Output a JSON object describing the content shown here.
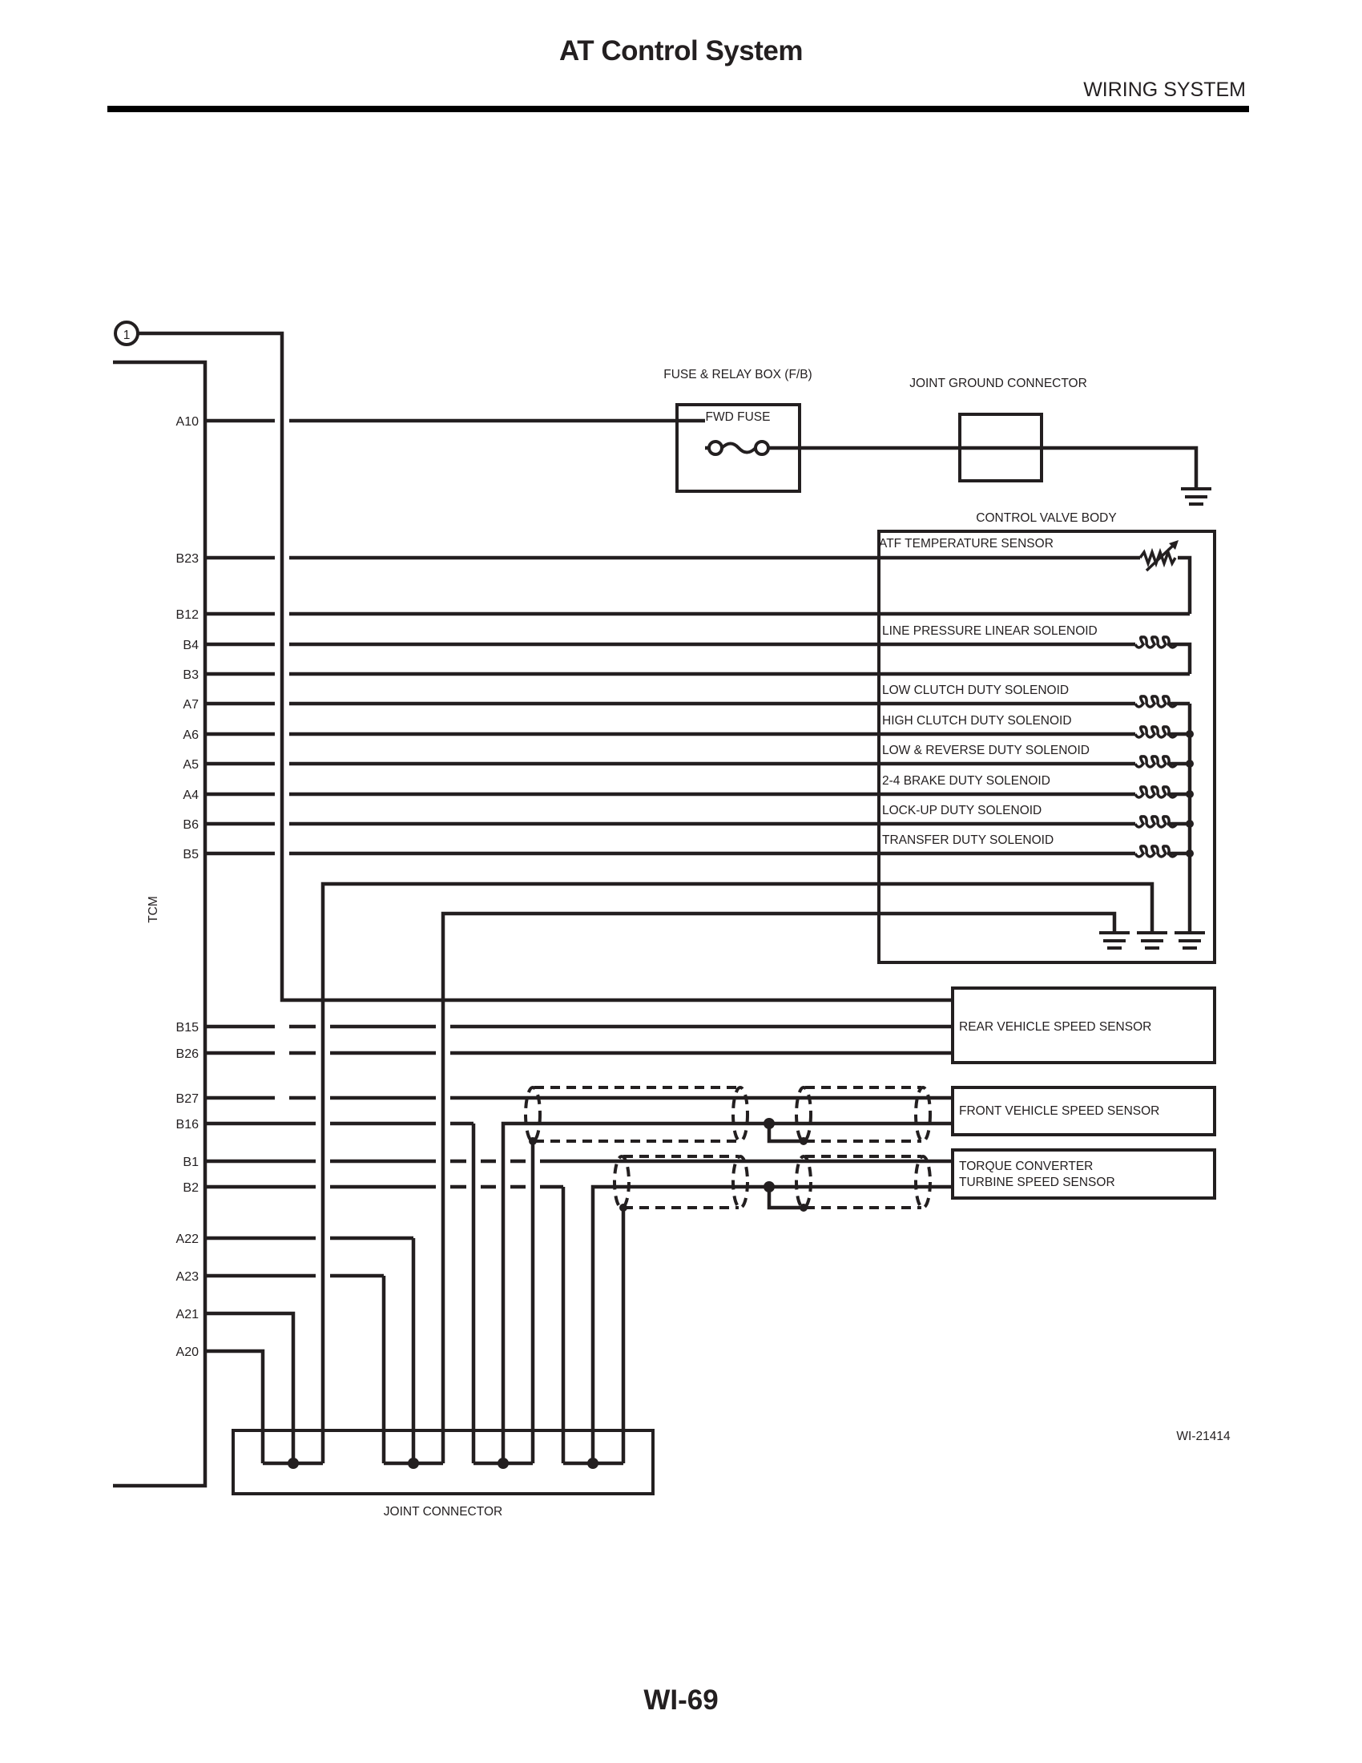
{
  "header": {
    "title": "AT Control System",
    "section": "WIRING SYSTEM"
  },
  "footer": {
    "page_number": "WI-69",
    "figure_id": "WI-21414"
  },
  "diagram": {
    "connector_ref": "1",
    "module_label": "TCM",
    "fuse_box": {
      "label": "FUSE & RELAY BOX (F/B)",
      "fuse_label": "FWD FUSE"
    },
    "joint_ground_connector": "JOINT GROUND CONNECTOR",
    "control_valve_body": {
      "label": "CONTROL VALVE BODY",
      "components": [
        {
          "name": "ATF TEMPERATURE SENSOR",
          "type": "thermistor",
          "pins": [
            "B23",
            "B12"
          ]
        },
        {
          "name": "LINE PRESSURE LINEAR SOLENOID",
          "type": "coil",
          "pins": [
            "B4",
            "B3"
          ]
        },
        {
          "name": "LOW CLUTCH DUTY SOLENOID",
          "type": "coil",
          "pins": [
            "A7"
          ]
        },
        {
          "name": "HIGH CLUTCH DUTY SOLENOID",
          "type": "coil",
          "pins": [
            "A6"
          ]
        },
        {
          "name": "LOW & REVERSE DUTY SOLENOID",
          "type": "coil",
          "pins": [
            "A5"
          ]
        },
        {
          "name": "2-4 BRAKE DUTY SOLENOID",
          "type": "coil",
          "pins": [
            "A4"
          ]
        },
        {
          "name": "LOCK-UP DUTY SOLENOID",
          "type": "coil",
          "pins": [
            "B6"
          ]
        },
        {
          "name": "TRANSFER DUTY SOLENOID",
          "type": "coil",
          "pins": [
            "B5"
          ]
        }
      ]
    },
    "sensors": [
      {
        "name": "REAR VEHICLE SPEED SENSOR",
        "pins": [
          "B15",
          "B26"
        ]
      },
      {
        "name": "FRONT VEHICLE SPEED SENSOR",
        "pins": [
          "B27",
          "B16"
        ]
      },
      {
        "name": "TORQUE CONVERTER\nTURBINE SPEED SENSOR",
        "pins": [
          "B1",
          "B2"
        ]
      }
    ],
    "joint_connector": "JOINT CONNECTOR",
    "tcm_pins": [
      "A10",
      "B23",
      "B12",
      "B4",
      "B3",
      "A7",
      "A6",
      "A5",
      "A4",
      "B6",
      "B5",
      "B15",
      "B26",
      "B27",
      "B16",
      "B1",
      "B2",
      "A22",
      "A23",
      "A21",
      "A20"
    ]
  }
}
